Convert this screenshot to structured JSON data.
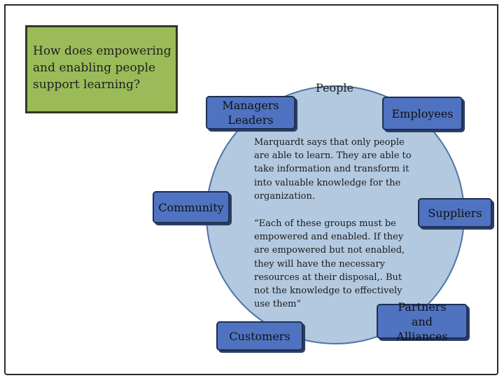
{
  "question": {
    "text": "How does empowering and enabling people support learning?"
  },
  "center_label": "People",
  "nodes": {
    "managers": "Managers Leaders",
    "employees": "Employees",
    "community": "Community",
    "suppliers": "Suppliers",
    "partners": "Partners and Alliances",
    "customers": "Customers"
  },
  "text_blocks": {
    "marquardt": "Marquardt says that only people are able to learn. They are able to take information and transform it into valuable knowledge for the organization.",
    "quote": "“Each of these groups must be empowered and enabled.  If they are empowered but not enabled, they will have the necessary resources at their disposal,. But not the knowledge to effectively use them”"
  },
  "colors": {
    "question_bg": "#9bbb59",
    "circle_fill": "#b3c9df",
    "node_fill": "#4f73c0"
  }
}
